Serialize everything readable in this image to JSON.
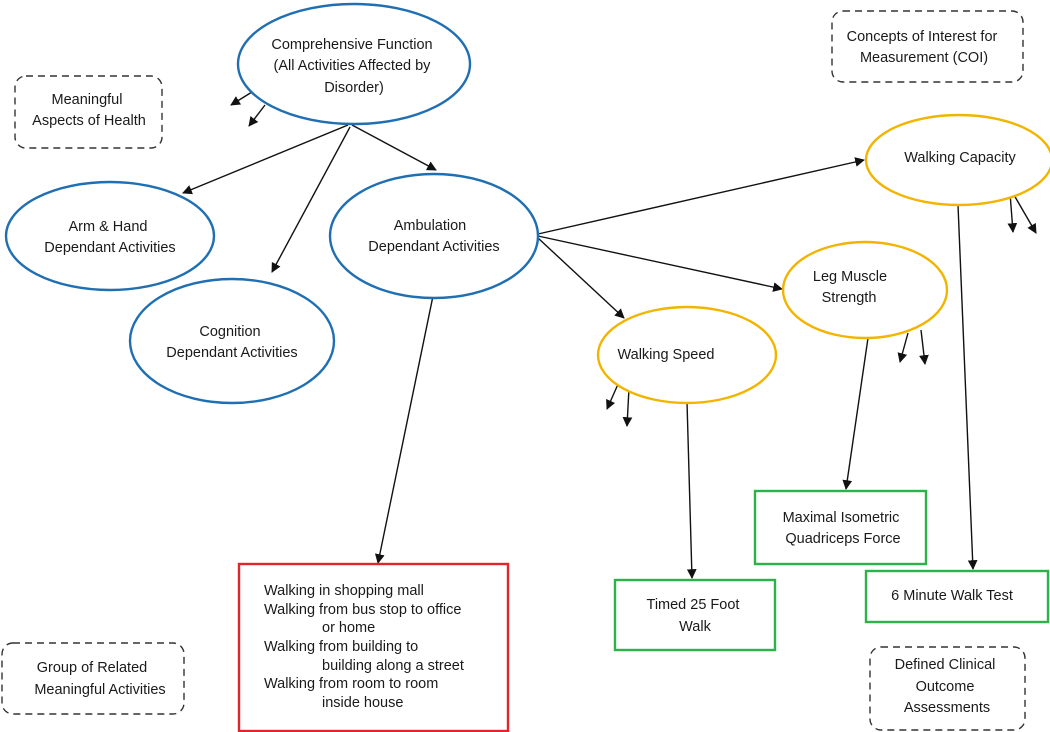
{
  "colors": {
    "blue": "#1f6fb2",
    "orange": "#f3b400",
    "red": "#e0252b",
    "green": "#2bb34a",
    "legend_border": "#333333",
    "arrow": "#111111",
    "text": "#1a1a1a"
  },
  "legend": {
    "meaningful_aspects": [
      "Meaningful",
      "Aspects of Health"
    ],
    "concepts_of_interest": [
      "Concepts of Interest for",
      "Measurement (COI)"
    ],
    "group_related": [
      "Group of Related",
      "Meaningful Activities"
    ],
    "defined_clinical": [
      "Defined Clinical",
      "Outcome",
      "Assessments"
    ]
  },
  "nodes": {
    "comprehensive": [
      "Comprehensive Function",
      "(All Activities Affected by",
      "Disorder)"
    ],
    "arm_hand": [
      "Arm & Hand",
      "Dependant Activities"
    ],
    "cognition": [
      "Cognition",
      "Dependant Activities"
    ],
    "ambulation": [
      "Ambulation",
      "Dependant Activities"
    ],
    "walking_capacity": [
      "Walking Capacity"
    ],
    "leg_muscle": [
      "Leg Muscle",
      "Strength"
    ],
    "walking_speed": [
      "Walking Speed"
    ],
    "activities_list": [
      "Walking in shopping mall",
      "Walking from bus stop to office",
      "or home",
      "Walking from building to",
      "building along a street",
      "Walking from room to room",
      "inside house"
    ],
    "timed_25": [
      "Timed 25 Foot",
      "Walk"
    ],
    "quadriceps": [
      "Maximal Isometric",
      "Quadriceps Force"
    ],
    "six_minute": [
      "6 Minute Walk Test"
    ]
  }
}
